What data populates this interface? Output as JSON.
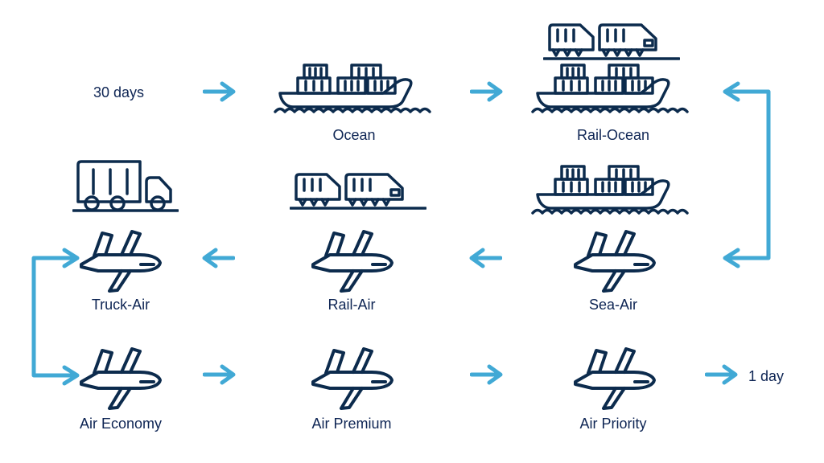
{
  "palette": {
    "icon_navy": "#0c2b4d",
    "text_navy": "#0e2554",
    "arrow_blue": "#41a9d5",
    "background": "#ffffff"
  },
  "endpoints": {
    "start": "30 days",
    "end": "1 day"
  },
  "nodes": {
    "ocean": {
      "label": "Ocean",
      "icons": [
        "ship"
      ]
    },
    "rail_ocean": {
      "label": "Rail-Ocean",
      "icons": [
        "train",
        "ship"
      ]
    },
    "truck_air": {
      "label": "Truck-Air",
      "icons": [
        "truck",
        "plane"
      ]
    },
    "rail_air": {
      "label": "Rail-Air",
      "icons": [
        "train",
        "plane"
      ]
    },
    "sea_air": {
      "label": "Sea-Air",
      "icons": [
        "ship",
        "plane"
      ]
    },
    "air_economy": {
      "label": "Air Economy",
      "icons": [
        "plane"
      ]
    },
    "air_premium": {
      "label": "Air Premium",
      "icons": [
        "plane"
      ]
    },
    "air_priority": {
      "label": "Air Priority",
      "icons": [
        "plane"
      ]
    }
  },
  "arrows": {
    "top_row_direction": "right",
    "middle_row_direction": "left",
    "bottom_row_direction": "right",
    "right_connector_links": [
      "Rail-Ocean",
      "Sea-Air"
    ],
    "left_connector_links": [
      "Truck-Air",
      "Air Economy"
    ]
  }
}
